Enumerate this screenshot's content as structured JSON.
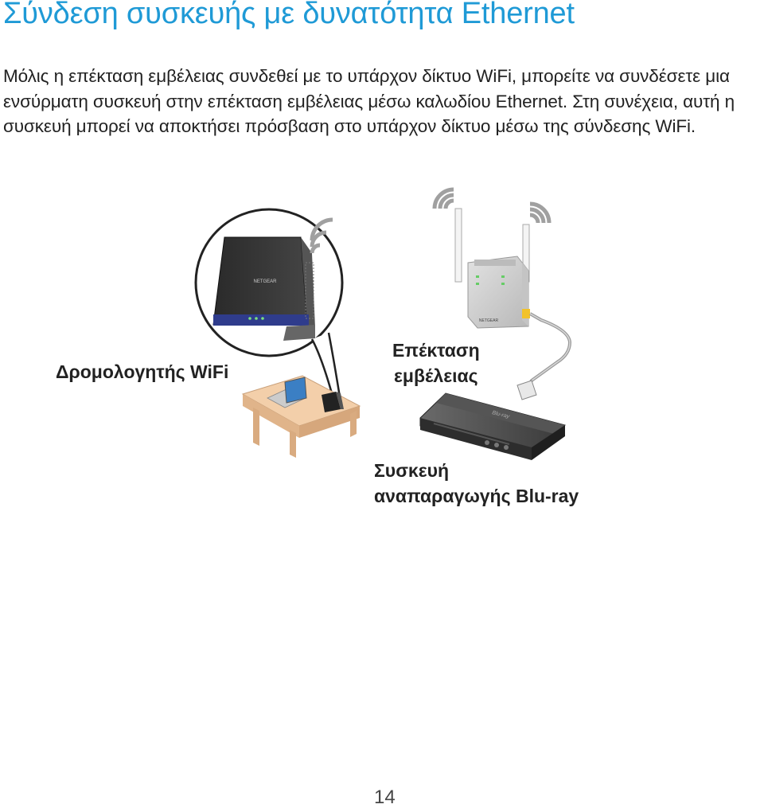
{
  "page": {
    "heading": "Σύνδεση συσκευής με δυνατότητα Ethernet",
    "intro": "Μόλις η επέκταση εμβέλειας συνδεθεί με το υπάρχον δίκτυο WiFi, μπορείτε να συνδέσετε μια ενσύρματη συσκευή στην επέκταση εμβέλειας μέσω καλωδίου Ethernet. Στη συνέχεια, αυτή η συσκευή μπορεί να αποκτήσει πρόσβαση στο υπάρχον δίκτυο μέσω της σύνδεσης WiFi.",
    "page_number": "14"
  },
  "figure": {
    "router_label": "Δρομολογητής WiFi",
    "extender_label_line1": "Επέκταση",
    "extender_label_line2": "εμβέλειας",
    "bluray_label_line1": "Συσκευή",
    "bluray_label_line2": "αναπαραγωγής Blu-ray",
    "router_brand": "NETGEAR",
    "extender_brand": "NETGEAR",
    "bluray_logo": "Blu-ray"
  },
  "colors": {
    "heading": "#1f9ad6",
    "router_accent": "#3a4a9a",
    "wifi_wave": "#a0a0a0",
    "desk": "#f0c8a0"
  }
}
